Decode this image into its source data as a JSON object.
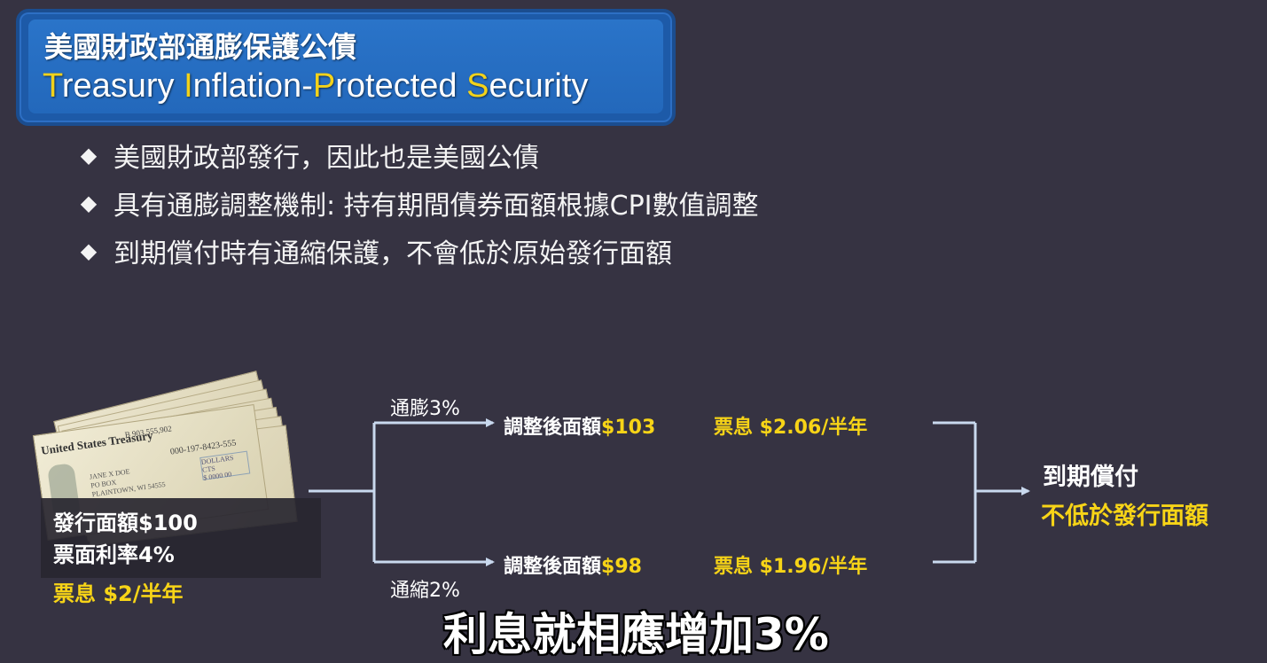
{
  "title": {
    "zh": "美國財政部通膨保護公債",
    "en_parts": [
      {
        "text": "T",
        "highlight": true
      },
      {
        "text": "reasury ",
        "highlight": false
      },
      {
        "text": "I",
        "highlight": true
      },
      {
        "text": "nflation-",
        "highlight": false
      },
      {
        "text": "P",
        "highlight": true
      },
      {
        "text": "rotected ",
        "highlight": false
      },
      {
        "text": "S",
        "highlight": true
      },
      {
        "text": "ecurity",
        "highlight": false
      }
    ]
  },
  "bullets": [
    "美國財政部發行，因此也是美國公債",
    "具有通膨調整機制: 持有期間債券面額根據CPI數值調整",
    "到期償付時有通縮保護，不會低於原始發行面額"
  ],
  "bullet_glyph": "◆",
  "check": {
    "header": "United States Treasury",
    "number": "B 903,555,902",
    "code": "000-197-8423-555",
    "amount_label": "DOLLARS  CTS",
    "amount": "$ 0000 00",
    "payee": "JANE X DOE\nPO BOX\nPLAINTOWN, WI 54555"
  },
  "bond_info": {
    "face": "發行面額$100",
    "rate": "票面利率4%",
    "coupon": "票息 $2/半年"
  },
  "branches": {
    "up": {
      "trigger": "通膨3%",
      "adj_label": "調整後面額",
      "adj_value": "$103",
      "coupon": "票息 $2.06/半年"
    },
    "down": {
      "trigger": "通縮2%",
      "adj_label": "調整後面額",
      "adj_value": "$98",
      "coupon": "票息 $1.96/半年"
    }
  },
  "maturity": {
    "line1": "到期償付",
    "line2": "不低於發行面額"
  },
  "subtitle": "利息就相應增加3%",
  "colors": {
    "background": "#363342",
    "title_blue": "#2368bb",
    "highlight_yellow": "#f7d417",
    "line_color": "#c9d9ee"
  }
}
